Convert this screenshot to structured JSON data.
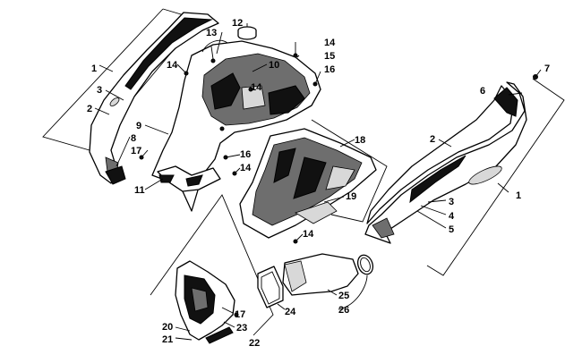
{
  "figure": {
    "callouts": [
      {
        "id": "c1a",
        "text": "1"
      },
      {
        "id": "c1b",
        "text": "1"
      },
      {
        "id": "c2a",
        "text": "2"
      },
      {
        "id": "c2b",
        "text": "2"
      },
      {
        "id": "c3a",
        "text": "3"
      },
      {
        "id": "c3b",
        "text": "3"
      },
      {
        "id": "c4",
        "text": "4"
      },
      {
        "id": "c5",
        "text": "5"
      },
      {
        "id": "c6",
        "text": "6"
      },
      {
        "id": "c7",
        "text": "7"
      },
      {
        "id": "c8",
        "text": "8"
      },
      {
        "id": "c9",
        "text": "9"
      },
      {
        "id": "c10",
        "text": "10"
      },
      {
        "id": "c11",
        "text": "11"
      },
      {
        "id": "c12",
        "text": "12"
      },
      {
        "id": "c13",
        "text": "13"
      },
      {
        "id": "c14a",
        "text": "14"
      },
      {
        "id": "c14b",
        "text": "14"
      },
      {
        "id": "c14c",
        "text": "14"
      },
      {
        "id": "c14d",
        "text": "14"
      },
      {
        "id": "c14e",
        "text": "14"
      },
      {
        "id": "c15",
        "text": "15"
      },
      {
        "id": "c16a",
        "text": "16"
      },
      {
        "id": "c16b",
        "text": "16"
      },
      {
        "id": "c17a",
        "text": "17"
      },
      {
        "id": "c17b",
        "text": "17"
      },
      {
        "id": "c18",
        "text": "18"
      },
      {
        "id": "c19",
        "text": "19"
      },
      {
        "id": "c20",
        "text": "20"
      },
      {
        "id": "c21",
        "text": "21"
      },
      {
        "id": "c22",
        "text": "22"
      },
      {
        "id": "c23",
        "text": "23"
      },
      {
        "id": "c24",
        "text": "24"
      },
      {
        "id": "c25",
        "text": "25"
      },
      {
        "id": "c26",
        "text": "26"
      }
    ]
  }
}
